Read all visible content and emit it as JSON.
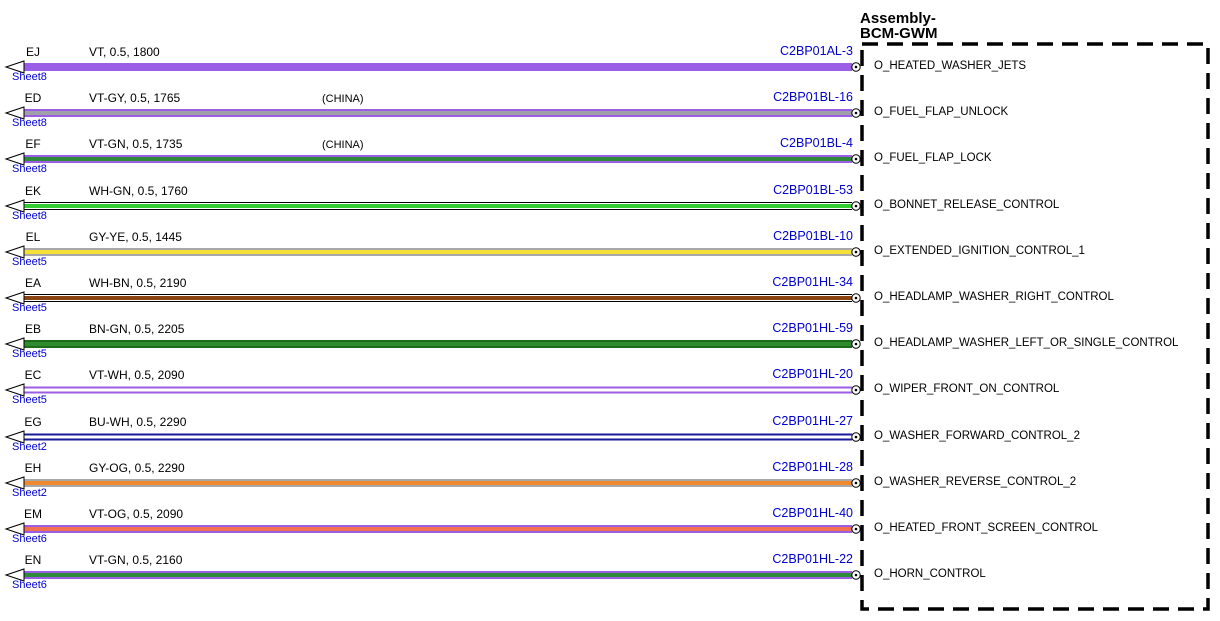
{
  "assembly": {
    "title_line1": "Assembly-",
    "title_line2": "BCM-GWM"
  },
  "wires": [
    {
      "code": "EJ",
      "spec": "VT,  0.5,  1800",
      "note": "",
      "pin": "C2BP01AL-3",
      "signal": "O_HEATED_WASHER_JETS",
      "sheet": "Sheet8",
      "border": "#9b5de5",
      "core": "#9b5de5",
      "style": "solid"
    },
    {
      "code": "ED",
      "spec": "VT-GY,  0.5,  1765",
      "note": "(CHINA)",
      "pin": "C2BP01BL-16",
      "signal": "O_FUEL_FLAP_UNLOCK",
      "sheet": "Sheet8",
      "border": "#9b5de5",
      "core": "#a0a0a8",
      "style": "core"
    },
    {
      "code": "EF",
      "spec": "VT-GN,  0.5,  1735",
      "note": "(CHINA)",
      "pin": "C2BP01BL-4",
      "signal": "O_FUEL_FLAP_LOCK",
      "sheet": "Sheet8",
      "border": "#9b5de5",
      "core": "#2e8b3a",
      "style": "core"
    },
    {
      "code": "EK",
      "spec": "WH-GN,  0.5,  1760",
      "note": "",
      "pin": "C2BP01BL-53",
      "signal": "O_BONNET_RELEASE_CONTROL",
      "sheet": "Sheet8",
      "border": "#000000",
      "core": "#33cc33",
      "style": "outlined"
    },
    {
      "code": "EL",
      "spec": "GY-YE,  0.5,  1445",
      "note": "",
      "pin": "C2BP01BL-10",
      "signal": "O_EXTENDED_IGNITION_CONTROL_1",
      "sheet": "Sheet5",
      "border": "#a8a8a8",
      "core": "#f5e03a",
      "style": "core"
    },
    {
      "code": "EA",
      "spec": "WH-BN,  0.5,  2190",
      "note": "",
      "pin": "C2BP01HL-34",
      "signal": "O_HEADLAMP_WASHER_RIGHT_CONTROL",
      "sheet": "Sheet5",
      "border": "#000000",
      "core": "#8b4513",
      "style": "outlined"
    },
    {
      "code": "EB",
      "spec": "BN-GN,  0.5,  2205",
      "note": "",
      "pin": "C2BP01HL-59",
      "signal": "O_HEADLAMP_WASHER_LEFT_OR_SINGLE_CONTROL",
      "sheet": "Sheet5",
      "border": "#1e6b1e",
      "core": "#2e8b2e",
      "style": "core"
    },
    {
      "code": "EC",
      "spec": "VT-WH,  0.5,  2090",
      "note": "",
      "pin": "C2BP01HL-20",
      "signal": "O_WIPER_FRONT_ON_CONTROL",
      "sheet": "Sheet5",
      "border": "#9b5de5",
      "core": "#ffffff",
      "style": "hollow"
    },
    {
      "code": "EG",
      "spec": "BU-WH,  0.5,  2290",
      "note": "",
      "pin": "C2BP01HL-27",
      "signal": "O_WASHER_FORWARD_CONTROL_2",
      "sheet": "Sheet2",
      "border": "#1a1a9a",
      "core": "#ffffff",
      "style": "hollow"
    },
    {
      "code": "EH",
      "spec": "GY-OG,  0.5,  2290",
      "note": "",
      "pin": "C2BP01HL-28",
      "signal": "O_WASHER_REVERSE_CONTROL_2",
      "sheet": "Sheet2",
      "border": "#a8a8a8",
      "core": "#f0882e",
      "style": "core"
    },
    {
      "code": "EM",
      "spec": "VT-OG,  0.5,  2090",
      "note": "",
      "pin": "C2BP01HL-40",
      "signal": "O_HEATED_FRONT_SCREEN_CONTROL",
      "sheet": "Sheet6",
      "border": "#9b5de5",
      "core": "#f07050",
      "style": "core"
    },
    {
      "code": "EN",
      "spec": "VT-GN,  0.5,  2160",
      "note": "",
      "pin": "C2BP01HL-22",
      "signal": "O_HORN_CONTROL",
      "sheet": "Sheet6",
      "border": "#9b5de5",
      "core": "#2e8b3a",
      "style": "core"
    }
  ]
}
